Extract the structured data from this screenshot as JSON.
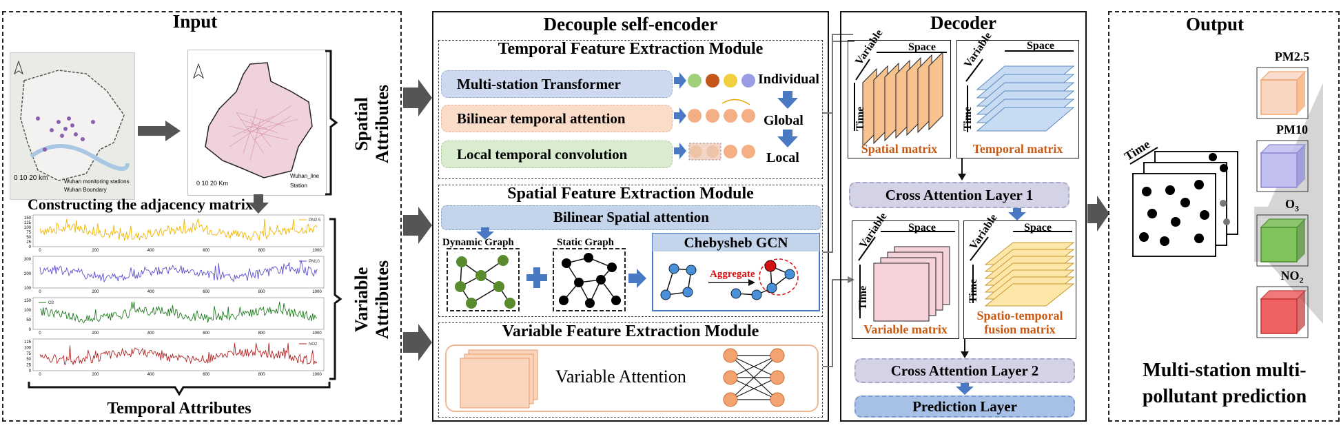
{
  "input": {
    "title": "Input",
    "map_small": {
      "scale": "0  10  20 km",
      "legend": [
        "Wuhan monitoring stations",
        "Wuhan Boundary"
      ]
    },
    "map_big": {
      "scale": "0    10    20 Km",
      "legend": [
        "Wuhan_line",
        "Station"
      ]
    },
    "adjacency_caption": "Constructing the adjacency matrix",
    "spatial_label": "Spatial Attributes",
    "variable_label": "Variable Attributes",
    "temporal_label": "Temporal Attributes",
    "series": [
      {
        "legend": "PM2.5",
        "color": "#f0b400",
        "yticks": [
          "150",
          "125",
          "100",
          "75",
          "50",
          "25",
          "0"
        ]
      },
      {
        "legend": "PM10",
        "color": "#5a4fcf",
        "yticks": [
          "300",
          "200",
          "100"
        ]
      },
      {
        "legend": "O3",
        "color": "#1f7a1f",
        "yticks": [
          "150",
          "100",
          "50",
          "0"
        ]
      },
      {
        "legend": "NO2",
        "color": "#b22222",
        "yticks": [
          "125",
          "100",
          "75",
          "50",
          "25",
          "0"
        ]
      }
    ],
    "xticks": [
      "0",
      "200",
      "400",
      "600",
      "800",
      "1000"
    ]
  },
  "encoder": {
    "title": "Decouple self-encoder",
    "temporal": {
      "title": "Temporal Feature Extraction Module",
      "rows": [
        "Multi-station Transformer",
        "Bilinear temporal attention",
        "Local temporal convolution"
      ],
      "levels": [
        "Individual",
        "Global",
        "Local"
      ],
      "row_colors": [
        "#cdd9ef",
        "#fbdcc8",
        "#d9ecd0"
      ]
    },
    "spatial": {
      "title": "Spatial Feature Extraction Module",
      "bar": "Bilinear Spatial attention",
      "dynamic": "Dynamic Graph",
      "static": "Static Graph",
      "gcn": "Chebysheb GCN",
      "aggregate": "Aggregate"
    },
    "variable": {
      "title": "Variable Feature Extraction Module",
      "label": "Variable Attention"
    }
  },
  "decoder": {
    "title": "Decoder",
    "axes": {
      "space": "Space",
      "variable": "Variable",
      "time": "Time"
    },
    "matrices": [
      "Spatial matrix",
      "Temporal matrix",
      "Variable matrix",
      "Spatio-temporal fusion matrix"
    ],
    "cross1": "Cross Attention Layer 1",
    "cross2": "Cross Attention Layer 2",
    "prediction": "Prediction Layer"
  },
  "output": {
    "title": "Output",
    "time": "Time",
    "pollutants": [
      {
        "name": "PM2.5",
        "color": "#f9d6c2",
        "edge": "#f3a46a"
      },
      {
        "name": "PM10",
        "color": "#c1bff0",
        "edge": "#8b87d8"
      },
      {
        "name": "O3",
        "color": "#7fc45a",
        "edge": "#4d8e2e"
      },
      {
        "name": "NO2",
        "color": "#f06262",
        "edge": "#c23434"
      }
    ],
    "caption_line1": "Multi-station multi-",
    "caption_line2": "pollutant prediction"
  }
}
